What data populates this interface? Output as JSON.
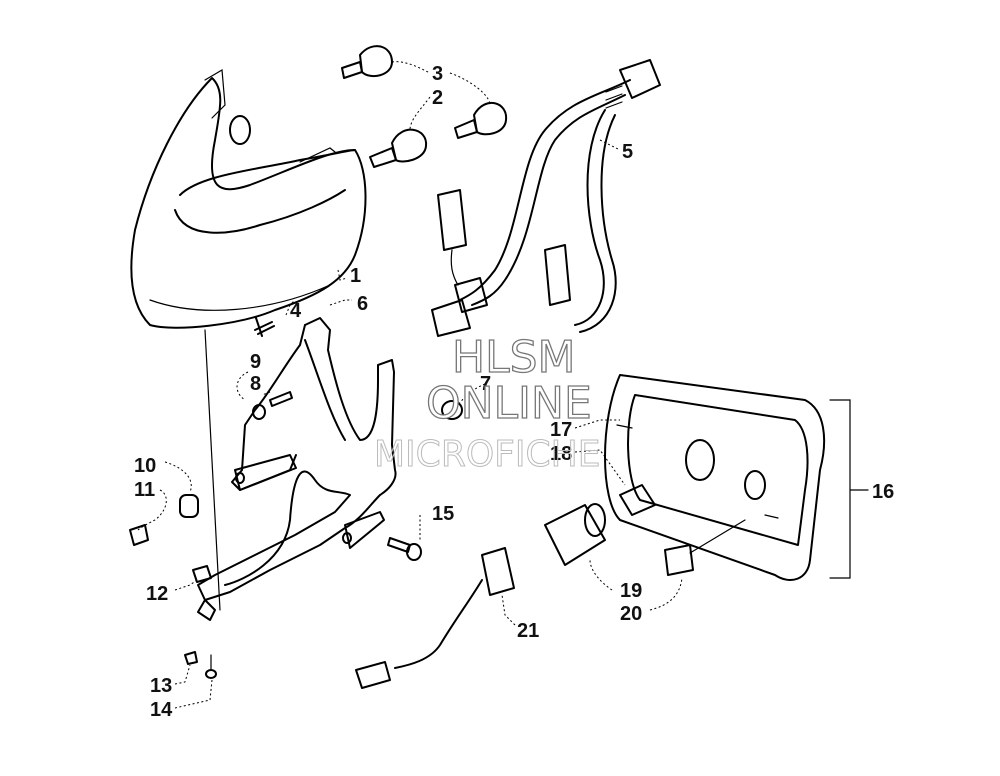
{
  "diagram": {
    "callouts": [
      {
        "id": "c1",
        "label": "1"
      },
      {
        "id": "c2",
        "label": "2"
      },
      {
        "id": "c3",
        "label": "3"
      },
      {
        "id": "c4",
        "label": "4"
      },
      {
        "id": "c5",
        "label": "5"
      },
      {
        "id": "c6",
        "label": "6"
      },
      {
        "id": "c7",
        "label": "7"
      },
      {
        "id": "c8",
        "label": "8"
      },
      {
        "id": "c9",
        "label": "9"
      },
      {
        "id": "c10",
        "label": "10"
      },
      {
        "id": "c11",
        "label": "11"
      },
      {
        "id": "c12",
        "label": "12"
      },
      {
        "id": "c13",
        "label": "13"
      },
      {
        "id": "c14",
        "label": "14"
      },
      {
        "id": "c15",
        "label": "15"
      },
      {
        "id": "c16",
        "label": "16"
      },
      {
        "id": "c17",
        "label": "17"
      },
      {
        "id": "c18",
        "label": "18"
      },
      {
        "id": "c19",
        "label": "19"
      },
      {
        "id": "c20",
        "label": "20"
      },
      {
        "id": "c21",
        "label": "21"
      }
    ]
  },
  "watermark": {
    "line1": "HLSM",
    "line2": "ONLINE",
    "line3": "MICROFICHE"
  }
}
